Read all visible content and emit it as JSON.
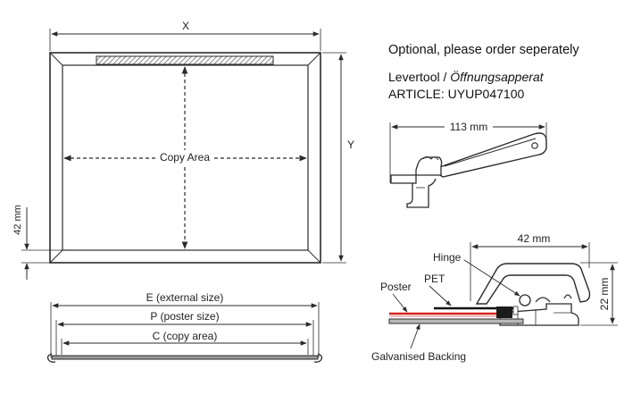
{
  "frame_front": {
    "x_label": "X",
    "y_label": "Y",
    "copy_area_label": "Copy Area",
    "border_label": "42 mm"
  },
  "frame_side": {
    "e_label": "E (external size)",
    "p_label": "P (poster size)",
    "c_label": "C (copy area)"
  },
  "levertool": {
    "optional_note": "Optional, please order seperately",
    "name_prefix": "Levertool / ",
    "name_italic": "Öffnungsapperat",
    "article": "ARTICLE: UYUP047100",
    "length_label": "113 mm"
  },
  "profile": {
    "width_label": "42 mm",
    "height_label": "22 mm",
    "hinge_label": "Hinge",
    "pet_label": "PET",
    "poster_label": "Poster",
    "backing_label": "Galvanised Backing"
  },
  "colors": {
    "line": "#2b2b2b",
    "poster_red": "#d9231f",
    "hatch": "#555555"
  }
}
